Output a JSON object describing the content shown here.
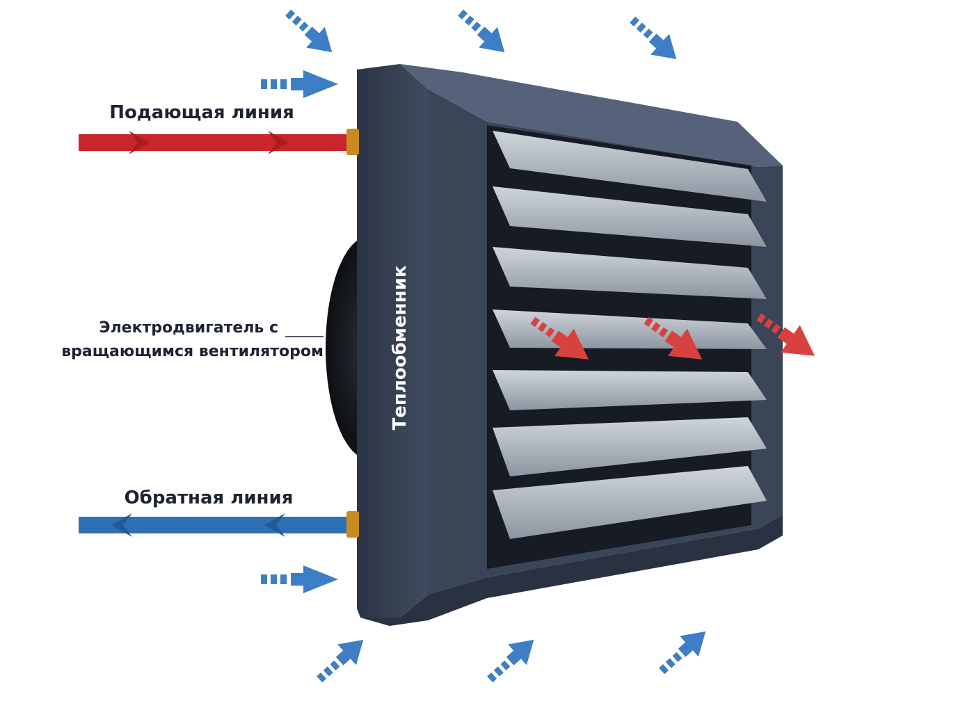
{
  "labels": {
    "supply_line": "Подающая линия",
    "return_line": "Обратная линия",
    "motor_line1": "Электродвигатель с",
    "motor_line2": "вращающимся вентилятором",
    "heat_exchanger": "Теплообменник"
  },
  "colors": {
    "supply_pipe": "#c8262c",
    "return_pipe": "#2f6fb3",
    "cold_air_arrow": "#3d7ec6",
    "warm_air_arrow": "#d9413f",
    "housing": "#3a4557",
    "housing_dark": "#2a3242",
    "louver": "#a9b1bb",
    "label_text": "#1d2333"
  },
  "icons": {
    "intake_arrows": "dashed-diagonal-arrow-icon",
    "outflow_arrows": "dashed-diagonal-arrow-icon",
    "pipe_arrows": "chevron-arrow-icon"
  }
}
